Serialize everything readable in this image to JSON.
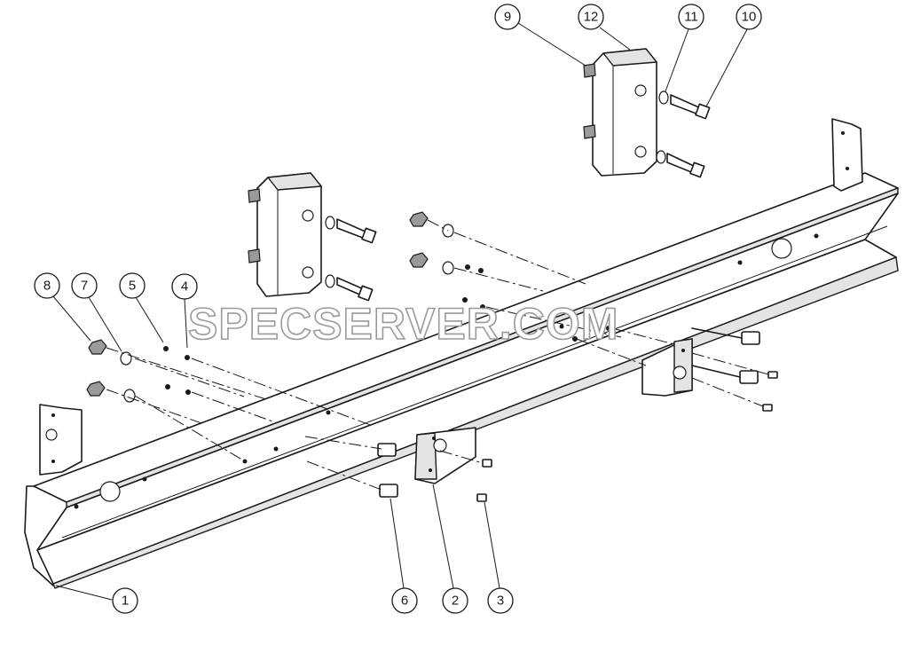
{
  "watermark": "SPECSERVER.COM",
  "callouts": [
    "1",
    "2",
    "3",
    "4",
    "5",
    "6",
    "7",
    "8",
    "9",
    "10",
    "11",
    "12"
  ]
}
